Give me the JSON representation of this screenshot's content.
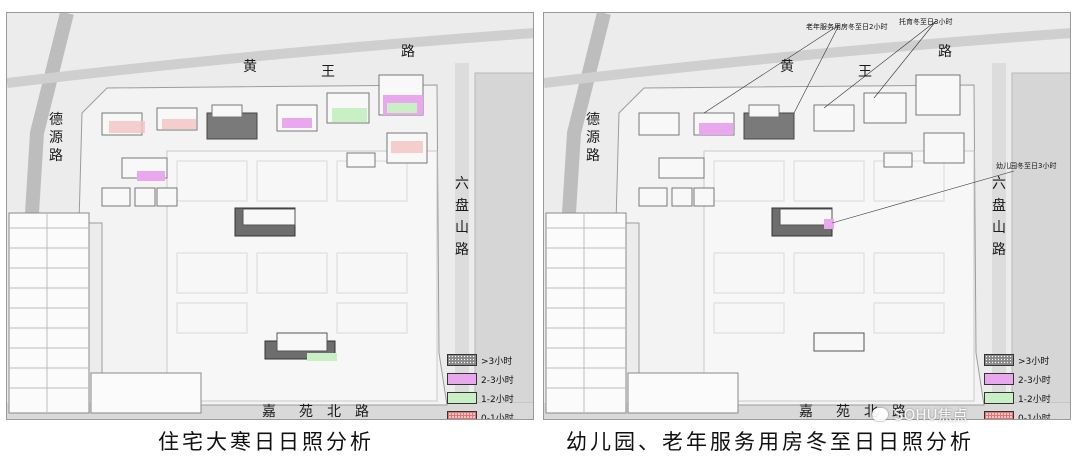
{
  "left_panel": {
    "roads": {
      "north": [
        "黄",
        "王",
        "路"
      ],
      "west": [
        "德",
        "源",
        "路"
      ],
      "east": [
        "六",
        "盘",
        "山",
        "路"
      ],
      "south": [
        "嘉",
        "苑",
        "北",
        "路"
      ]
    },
    "caption": "住宅大寒日日照分析"
  },
  "right_panel": {
    "roads": {
      "north": [
        "黄",
        "王",
        "路"
      ],
      "west": [
        "德",
        "源",
        "路"
      ],
      "east": [
        "六",
        "盘",
        "山",
        "路"
      ],
      "south": [
        "嘉",
        "苑",
        "北",
        "路"
      ]
    },
    "annotations": {
      "elder": "老年服务用房冬至日2小时",
      "nursery": "托育冬至日3小时",
      "kindergarten": "幼儿园冬至日3小时"
    },
    "caption": "幼儿园、老年服务用房冬至日日照分析"
  },
  "legend": [
    {
      "label": ">3小时",
      "color": "#8a8a8a",
      "pattern": "dots"
    },
    {
      "label": "2-3小时",
      "color": "#e9a8ee",
      "pattern": "solid"
    },
    {
      "label": "1-2小时",
      "color": "#c8f0c4",
      "pattern": "solid"
    },
    {
      "label": "0-1小时",
      "color": "#f4c2c2",
      "pattern": "grid"
    }
  ],
  "watermark": "SOHU焦点"
}
